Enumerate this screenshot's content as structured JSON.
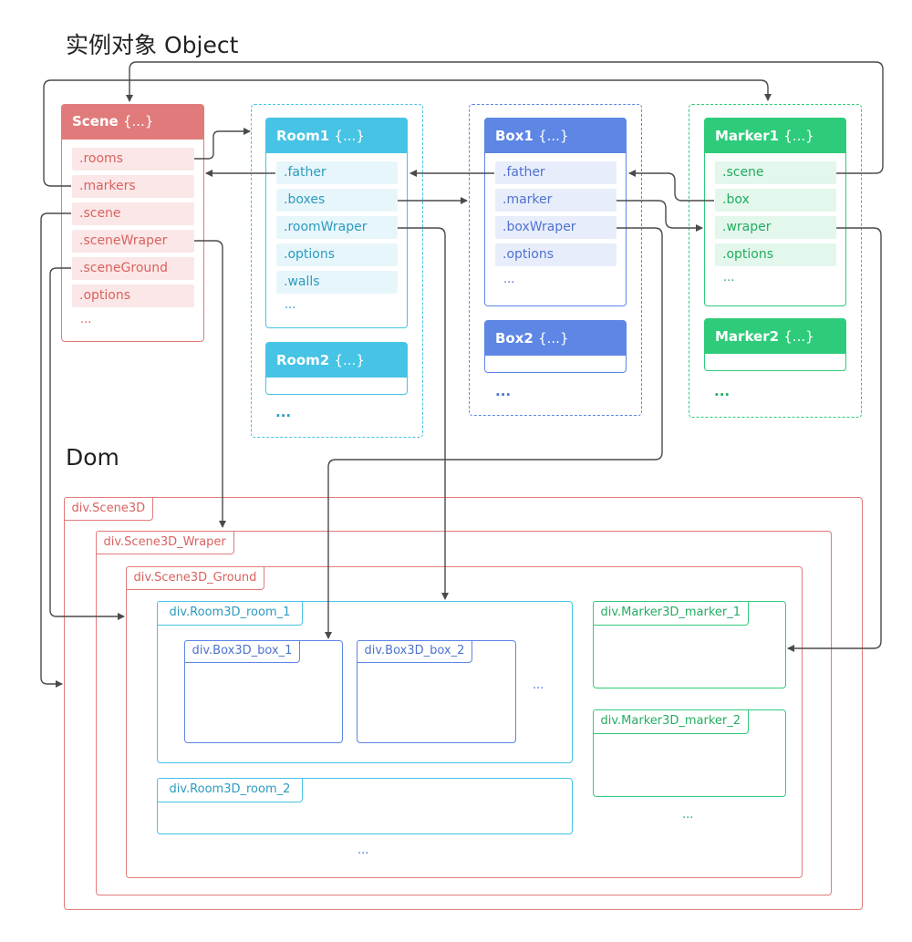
{
  "titles": {
    "objects": "实例对象 Object",
    "dom": "Dom"
  },
  "colors": {
    "scene": "#e17b7b",
    "scene_prop_bg": "#fbe7e7",
    "scene_text": "#d9625f",
    "room": "#46c3e5",
    "room_prop_bg": "#e7f6fb",
    "room_text": "#2b9bc0",
    "box": "#5d86e5",
    "box_prop_bg": "#e8edfb",
    "box_text": "#4d73cf",
    "marker": "#2ecc7a",
    "marker_prop_bg": "#e3f7ec",
    "marker_text": "#23ad61",
    "arrow": "#4a4a4a"
  },
  "scene": {
    "header": "Scene",
    "brace": "{...}",
    "props": [
      ".rooms",
      ".markers",
      ".scene",
      ".sceneWraper",
      ".sceneGround",
      ".options"
    ],
    "more": "..."
  },
  "rooms": {
    "room1": {
      "header": "Room1",
      "brace": "{...}",
      "props": [
        ".father",
        ".boxes",
        ".roomWraper",
        ".options",
        ".walls"
      ],
      "more": "..."
    },
    "room2": {
      "header": "Room2",
      "brace": "{...}"
    },
    "more": "..."
  },
  "boxes": {
    "box1": {
      "header": "Box1",
      "brace": "{...}",
      "props": [
        ".father",
        ".marker",
        ".boxWraper",
        ".options"
      ],
      "more": "..."
    },
    "box2": {
      "header": "Box2",
      "brace": "{...}"
    },
    "more": "..."
  },
  "markers": {
    "marker1": {
      "header": "Marker1",
      "brace": "{...}",
      "props": [
        ".scene",
        ".box",
        ".wraper",
        ".options"
      ],
      "more": "..."
    },
    "marker2": {
      "header": "Marker2",
      "brace": "{...}"
    },
    "more": "..."
  },
  "dom": {
    "scene3d": "div.Scene3D",
    "wraper": "div.Scene3D_Wraper",
    "ground": "div.Scene3D_Ground",
    "room1": "div.Room3D_room_1",
    "box1": "div.Box3D_box_1",
    "box2": "div.Box3D_box_2",
    "room1_more": "...",
    "room2": "div.Room3D_room_2",
    "room2_more": "...",
    "marker1": "div.Marker3D_marker_1",
    "marker2": "div.Marker3D_marker_2",
    "markers_more": "..."
  }
}
